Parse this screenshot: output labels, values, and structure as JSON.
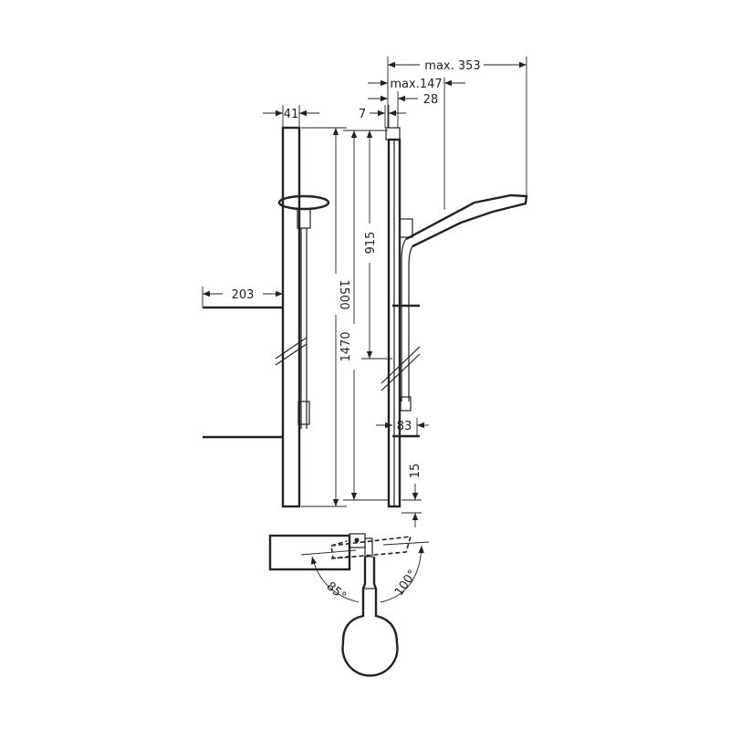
{
  "title": "Shower rail set dimension drawing",
  "dimensions": {
    "max_reach": "max. 353",
    "max_depth": "max.147",
    "wall_offset": "28",
    "rail_depth": "7",
    "rail_width": "41",
    "shelf_depth": "203",
    "total_height": "1500",
    "rail_length": "1470",
    "holder_height": "915",
    "soap_dish": "83",
    "bottom_gap": "15",
    "angle_left": "85°",
    "angle_right": "100°"
  }
}
